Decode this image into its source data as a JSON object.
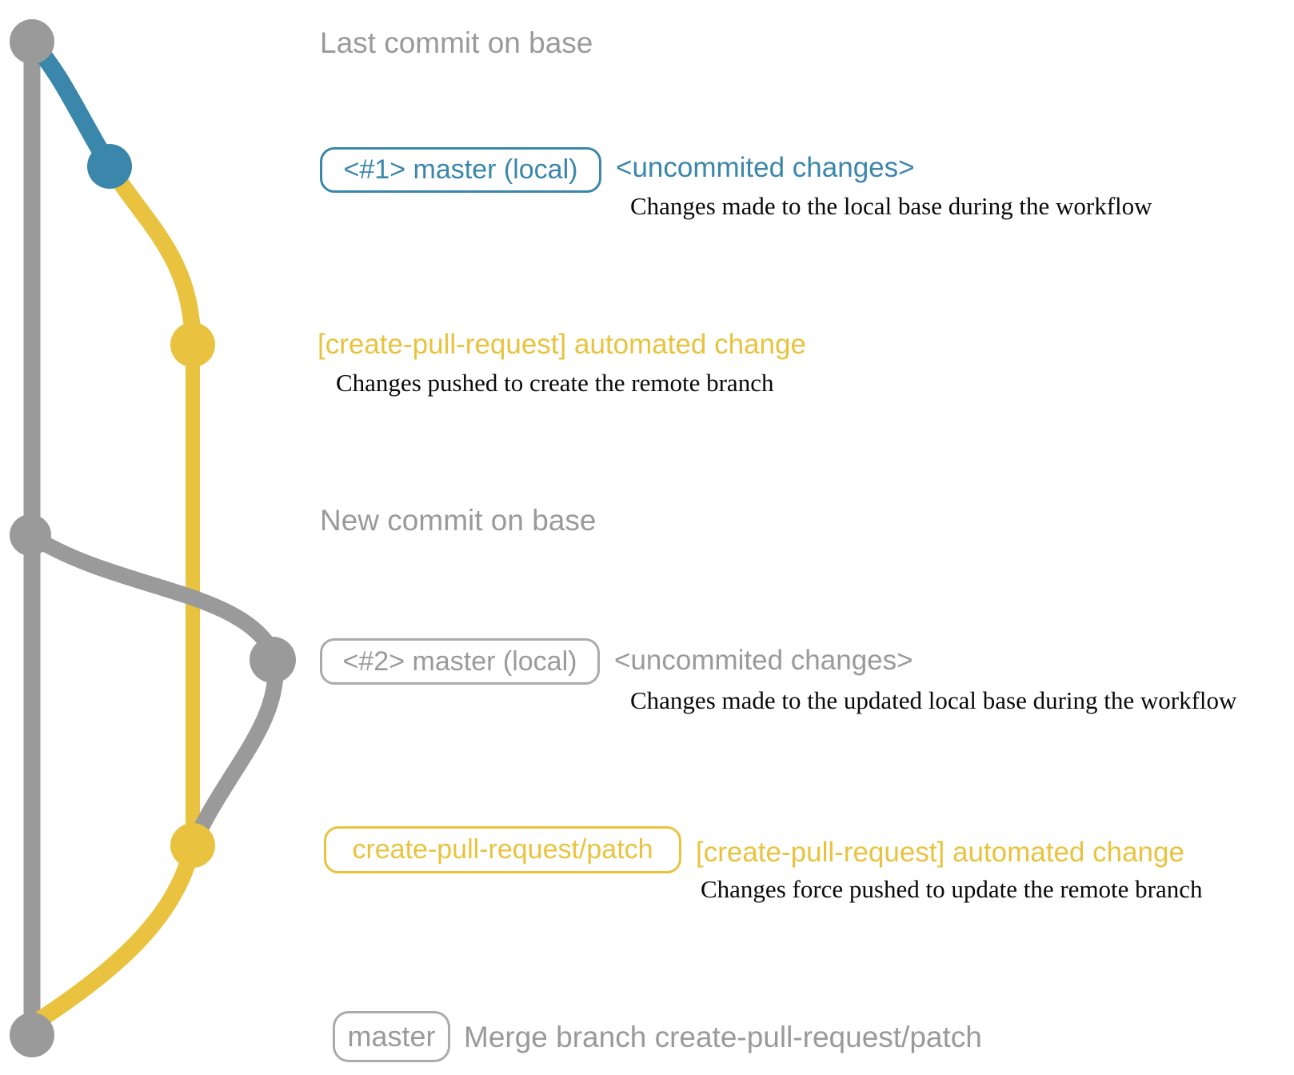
{
  "colors": {
    "gray": "#9a9a9a",
    "gray_border": "#ababab",
    "blue": "#3a87ab",
    "yellow": "#e9c33f",
    "ink": "#0a0a0a",
    "bg": "#ffffff"
  },
  "annotations": {
    "last_commit_label": "Last commit on base",
    "local1": {
      "badge": "<#1> master (local)",
      "title": "<uncommited changes>",
      "desc": "Changes made to the local base during the workflow"
    },
    "automated1": {
      "title": "[create-pull-request] automated change",
      "desc": "Changes pushed to create the remote branch"
    },
    "new_commit_label": "New commit on base",
    "local2": {
      "badge": "<#2> master (local)",
      "title": "<uncommited changes>",
      "desc": "Changes made to the updated local base during the workflow"
    },
    "automated2": {
      "badge": "create-pull-request/patch",
      "title": "[create-pull-request] automated change",
      "desc": "Changes force pushed to update the remote branch"
    },
    "merge": {
      "badge": "master",
      "title": "Merge branch create-pull-request/patch"
    }
  }
}
